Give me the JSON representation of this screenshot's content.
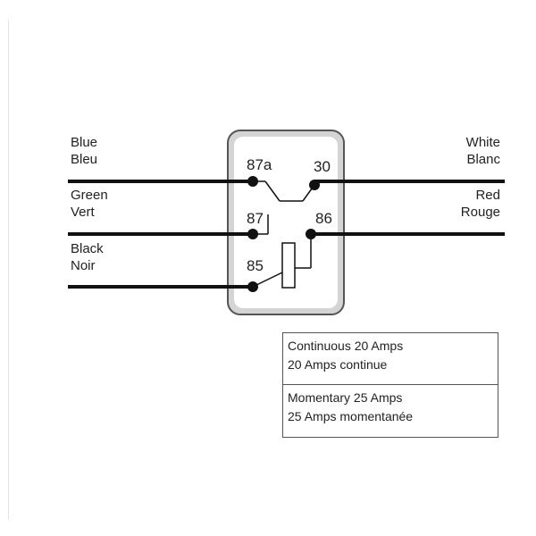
{
  "wires": {
    "blue": {
      "en": "Blue",
      "fr": "Bleu"
    },
    "green": {
      "en": "Green",
      "fr": "Vert"
    },
    "black": {
      "en": "Black",
      "fr": "Noir"
    },
    "white": {
      "en": "White",
      "fr": "Blanc"
    },
    "red": {
      "en": "Red",
      "fr": "Rouge"
    }
  },
  "pins": {
    "p87a": "87a",
    "p30": "30",
    "p87": "87",
    "p86": "86",
    "p85": "85"
  },
  "ratings": {
    "continuous": {
      "en": "Continuous 20 Amps",
      "fr": "20 Amps continue"
    },
    "momentary": {
      "en": "Momentary 25 Amps",
      "fr": "25 Amps momentanée"
    }
  },
  "colors": {
    "relay_fill": "#d4d4d4",
    "relay_border": "#555555",
    "wire": "#111111"
  }
}
